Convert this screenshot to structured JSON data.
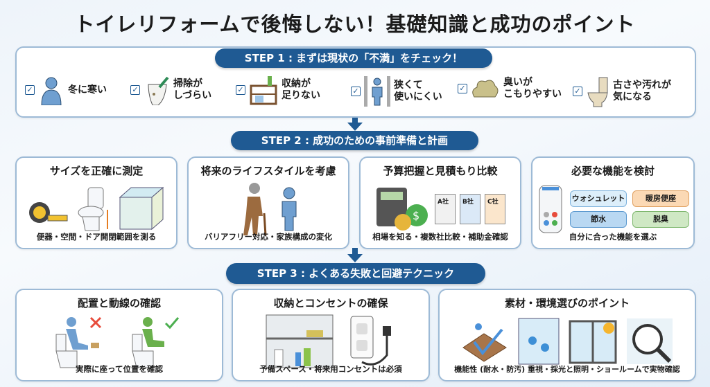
{
  "title": "トイレリフォームで後悔しない！基礎知識と成功のポイント",
  "step1": {
    "label": "STEP 1 : まずは現状の「不満」をチェック！",
    "items": [
      {
        "text": "冬に寒い",
        "icon": "cold-person-icon"
      },
      {
        "text": "掃除が\nしづらい",
        "icon": "dirty-toilet-icon"
      },
      {
        "text": "収納が\n足りない",
        "icon": "shelf-icon"
      },
      {
        "text": "狭くて\n使いにくい",
        "icon": "narrow-space-icon"
      },
      {
        "text": "臭いが\nこもりやすい",
        "icon": "odor-cloud-icon"
      },
      {
        "text": "古さや汚れが\n気になる",
        "icon": "old-toilet-icon"
      }
    ]
  },
  "step2": {
    "label": "STEP 2 : 成功のための事前準備と計画",
    "cards": [
      {
        "title": "サイズを正確に測定",
        "caption": "便器・空間・ドア開閉範囲を測る"
      },
      {
        "title": "将来のライフスタイルを考慮",
        "caption": "バリアフリー対応・家族構成の変化"
      },
      {
        "title": "予算把握と見積もり比較",
        "caption": "相場を知る・複数社比較・補助金確認",
        "quotes": [
          "A社",
          "B社",
          "C社"
        ]
      },
      {
        "title": "必要な機能を検討",
        "caption": "自分に合った機能を選ぶ",
        "features": [
          "ウォシュレット",
          "暖房便座",
          "節水",
          "脱臭"
        ]
      }
    ]
  },
  "step3": {
    "label": "STEP 3 : よくある失敗と回避テクニック",
    "cards": [
      {
        "title": "配置と動線の確認",
        "caption": "実際に座って位置を確認"
      },
      {
        "title": "収納とコンセントの確保",
        "caption": "予備スペース・将来用コンセントは必須"
      },
      {
        "title": "素材・環境選びのポイント",
        "caption": "機能性 (耐水・防汚) 重視・採光と照明・ショールームで実物確認"
      }
    ]
  },
  "colors": {
    "accent": "#1f5a93",
    "border": "#9dbad6"
  }
}
